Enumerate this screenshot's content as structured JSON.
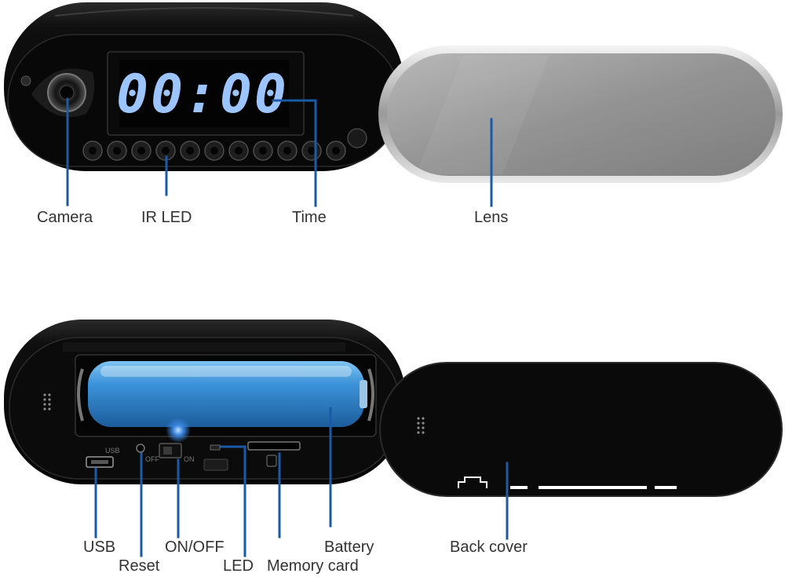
{
  "clock_display": "00:00",
  "labels": {
    "camera": "Camera",
    "ir_led": "IR LED",
    "time": "Time",
    "lens": "Lens",
    "usb": "USB",
    "reset": "Reset",
    "on_off": "ON/OFF",
    "led": "LED",
    "memory_card": "Memory card",
    "battery": "Battery",
    "back_cover": "Back cover"
  },
  "port_marks": {
    "usb": "USB",
    "off": "OFF",
    "on": "ON"
  },
  "colors": {
    "callout_line": "#1a5aa6",
    "display_digits": "#9cc4ff",
    "battery": "#3a8fd6",
    "device_body": "#0d0d0d",
    "mirror": "#9a9a9a"
  }
}
